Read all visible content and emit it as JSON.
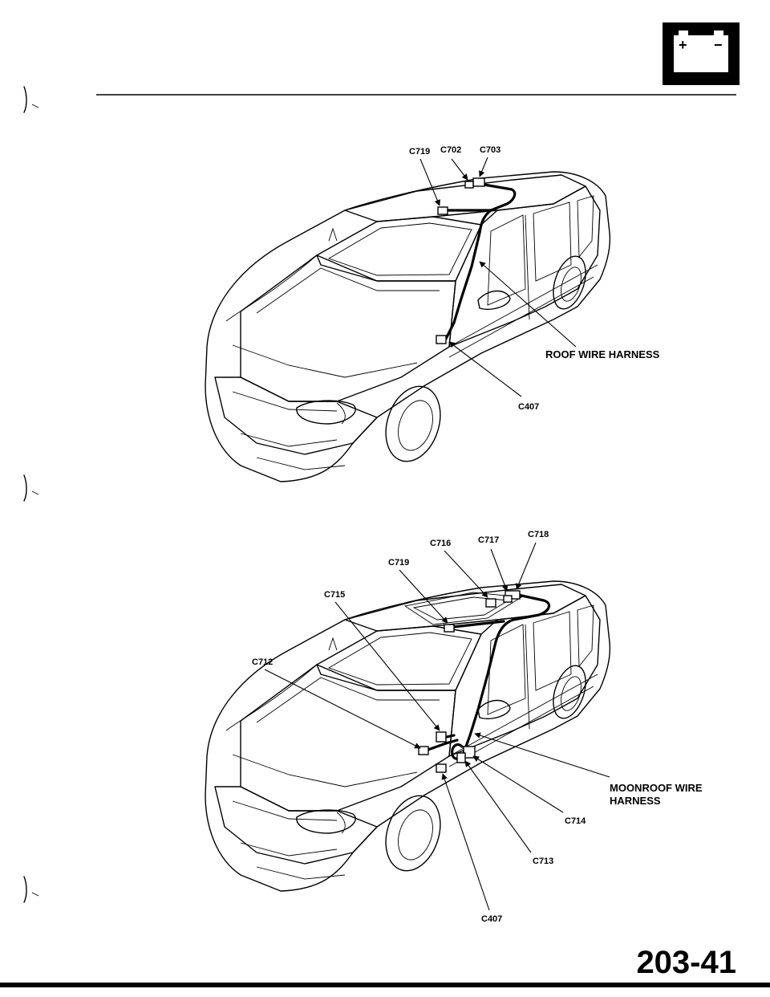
{
  "header": {
    "icon": "battery-icon",
    "battery_plus": "+",
    "battery_minus": "−"
  },
  "top_diagram": {
    "labels": {
      "c719": "C719",
      "c702": "C702",
      "c703": "C703",
      "harness": "ROOF WIRE HARNESS",
      "c407": "C407"
    }
  },
  "bottom_diagram": {
    "labels": {
      "c717": "C717",
      "c718": "C718",
      "c716": "C716",
      "c719": "C719",
      "c715": "C715",
      "c712": "C712",
      "harness_line1": "MOONROOF WIRE",
      "harness_line2": "HARNESS",
      "c714": "C714",
      "c713": "C713",
      "c407": "C407"
    }
  },
  "footer": {
    "page_number": "203-41"
  }
}
